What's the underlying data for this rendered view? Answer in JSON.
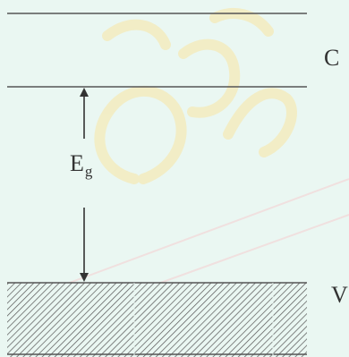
{
  "diagram": {
    "bands": {
      "conduction_label": "C",
      "valence_label": "V"
    },
    "gap": {
      "symbol": "E",
      "subscript": "g"
    },
    "colors": {
      "background": "#eaf7f2",
      "lines": "#555555",
      "text": "#333333",
      "watermark": "#f3ecc2",
      "watermark_red": "#f1dedd"
    }
  }
}
